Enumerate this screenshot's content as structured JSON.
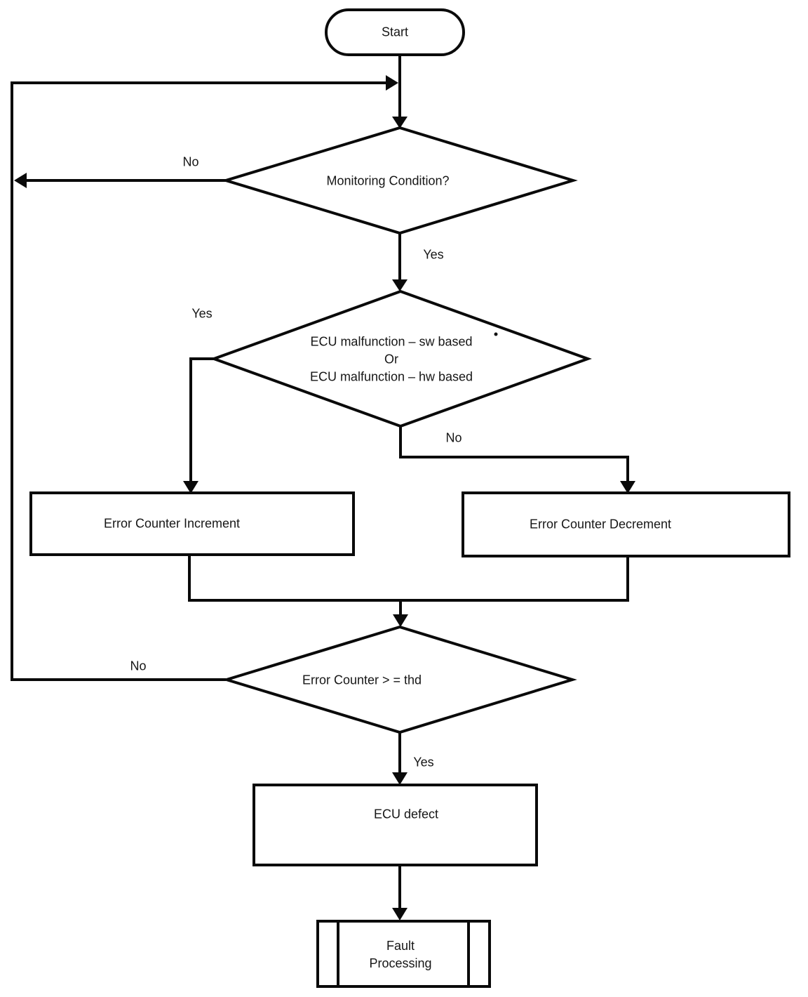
{
  "diagram": {
    "type": "flowchart",
    "background_color": "#ffffff",
    "line_color": "#0a0a0a",
    "text_color": "#161616"
  },
  "nodes": {
    "start": {
      "type": "terminator",
      "label": "Start"
    },
    "monitoring": {
      "type": "decision",
      "label": "Monitoring Condition?"
    },
    "malfunction": {
      "type": "decision",
      "label": "ECU malfunction – sw based\nOr\nECU malfunction – hw based"
    },
    "increment": {
      "type": "process",
      "label": "Error Counter Increment"
    },
    "decrement": {
      "type": "process",
      "label": "Error Counter Decrement"
    },
    "threshold": {
      "type": "decision",
      "label": "Error Counter > = thd"
    },
    "defect": {
      "type": "process",
      "label": "ECU defect"
    },
    "fault": {
      "type": "predefined_process",
      "label": "Fault\nProcessing"
    }
  },
  "edges": {
    "start_to_monitoring": {
      "from": "start",
      "to": "monitoring",
      "label": ""
    },
    "monitoring_yes": {
      "from": "monitoring",
      "to": "malfunction",
      "label": "Yes"
    },
    "monitoring_no": {
      "from": "monitoring",
      "to": "loop-back",
      "label": "No"
    },
    "malfunction_yes": {
      "from": "malfunction",
      "to": "increment",
      "label": "Yes"
    },
    "malfunction_no": {
      "from": "malfunction",
      "to": "decrement",
      "label": "No"
    },
    "merge_to_threshold": {
      "from": "increment+decrement",
      "to": "threshold",
      "label": ""
    },
    "threshold_yes": {
      "from": "threshold",
      "to": "defect",
      "label": "Yes"
    },
    "threshold_no": {
      "from": "threshold",
      "to": "loop-back",
      "label": "No"
    },
    "defect_to_fault": {
      "from": "defect",
      "to": "fault",
      "label": ""
    }
  }
}
